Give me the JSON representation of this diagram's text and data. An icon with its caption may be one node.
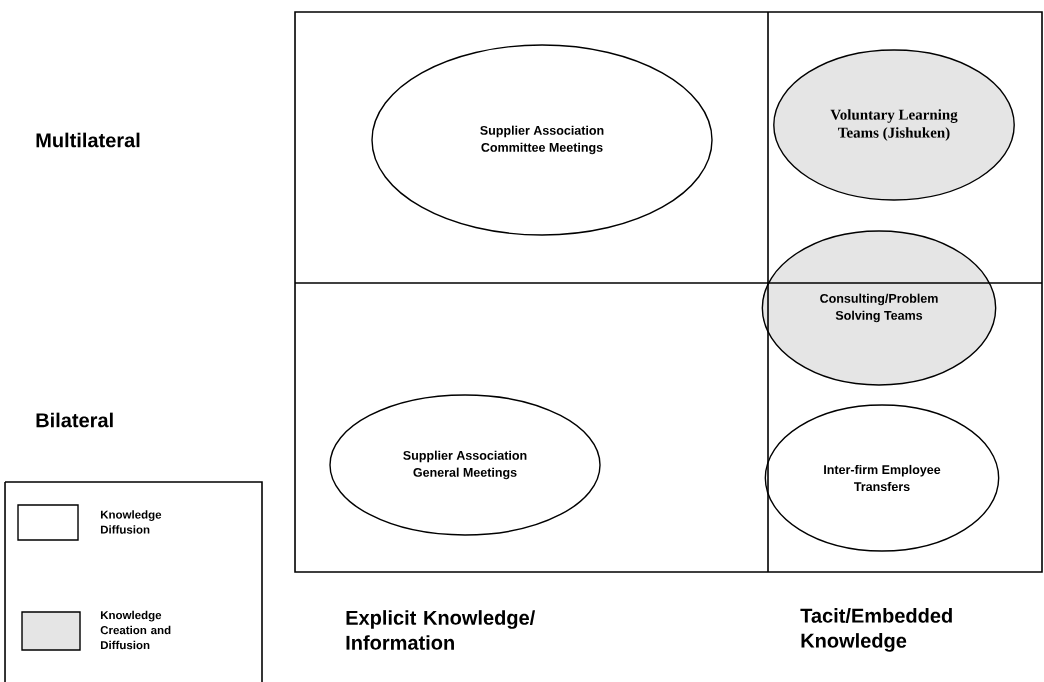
{
  "diagram": {
    "nodes": [
      {
        "text": [
          "Supplier Association Committee Meetings"
        ]
      },
      {
        "text": [
          "Voluntary Learning Teams (Jishuken)"
        ]
      },
      {
        "text": [
          "Consulting/Problem Solving Teams"
        ]
      },
      {
        "text": [
          "Supplier Association General Meetings"
        ]
      },
      {
        "text": [
          "Inter-firm Employee Transfers"
        ]
      }
    ],
    "labels": [
      "Multilateral",
      "Bilateral",
      "Explicit Knowledge/ Information",
      "Tacit/Embedded Knowledge"
    ],
    "legend": [
      {
        "text": "Knowledge Diffusion"
      },
      {
        "text": "Knowledge Creation and Diffusion"
      }
    ]
  }
}
